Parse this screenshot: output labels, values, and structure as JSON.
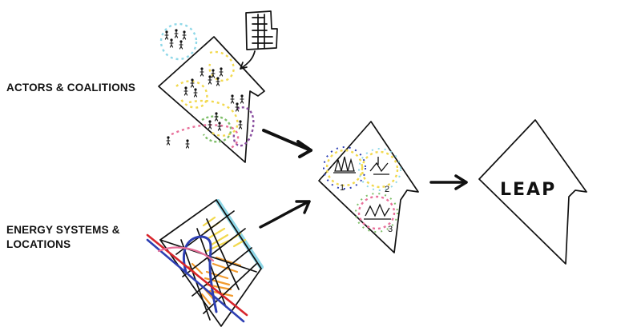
{
  "labels": {
    "actors": "ACTORS & COALITIONS",
    "energy_line1": "ENERGY SYSTEMS &",
    "energy_line2": "LOCATIONS"
  },
  "middle_map": {
    "numbers": [
      "1",
      "2",
      "3"
    ]
  },
  "result": {
    "text": "LEAP"
  },
  "colors": {
    "cyan": "#8fd8e8",
    "yellow": "#f2d94e",
    "orange": "#f29b2e",
    "pink": "#e8709a",
    "green": "#7fbf6a",
    "purple": "#8a4fa0",
    "blue": "#2d3fb3",
    "red": "#d8252c",
    "ink": "#111111"
  }
}
